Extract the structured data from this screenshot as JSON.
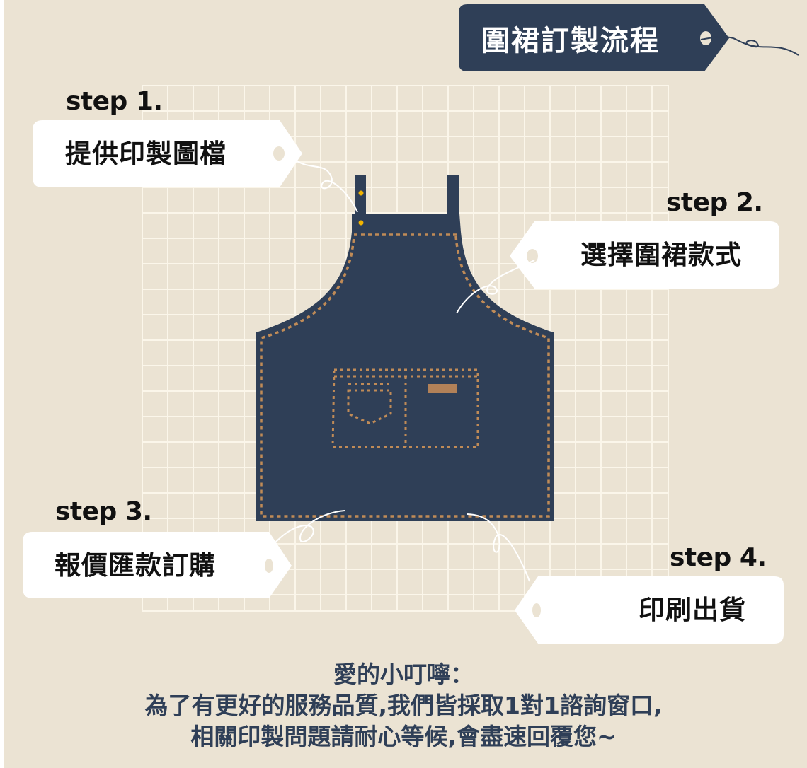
{
  "title": "圍裙訂製流程",
  "colors": {
    "background": "#ebe3d3",
    "grid_line": "#fbf6ea",
    "navy": "#2f3f57",
    "stitch": "#c08b57",
    "rivet": "#f2b400",
    "tag": "#ffffff",
    "text_dark": "#111111"
  },
  "steps": [
    {
      "label": "step 1.",
      "text": "提供印製圖檔"
    },
    {
      "label": "step 2.",
      "text": "選擇圍裙款式"
    },
    {
      "label": "step 3.",
      "text": "報價匯款訂購"
    },
    {
      "label": "step 4.",
      "text": "印刷出貨"
    }
  ],
  "notice": {
    "heading": "愛的小叮嚀：",
    "line1": "為了有更好的服務品質,我們皆採取1對1諮詢窗口,",
    "line2": "相關印製問題請耐心等候,會盡速回覆您~"
  },
  "icons": {
    "title_tag": "hang-tag-icon",
    "apron": "apron-illustration",
    "thread": "string-icon"
  }
}
